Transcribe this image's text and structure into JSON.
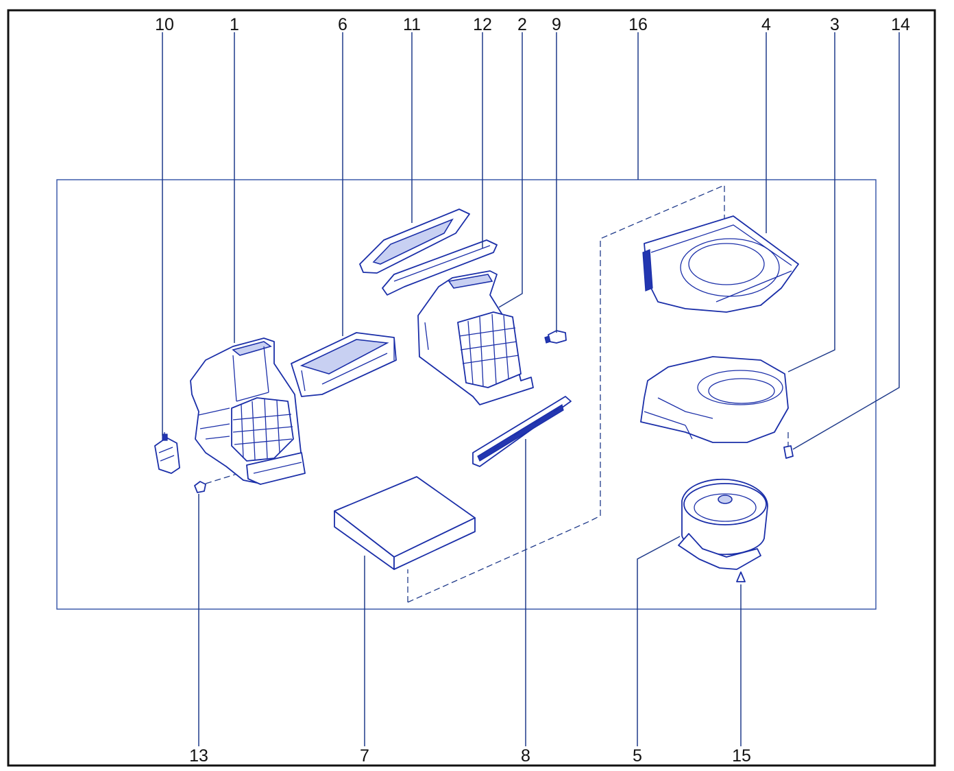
{
  "callouts": {
    "c1": "1",
    "c2": "2",
    "c3": "3",
    "c4": "4",
    "c5": "5",
    "c6": "6",
    "c7": "7",
    "c8": "8",
    "c9": "9",
    "c10": "10",
    "c11": "11",
    "c12": "12",
    "c13": "13",
    "c14": "14",
    "c15": "15",
    "c16": "16"
  },
  "colors": {
    "line_art": "#1a2ea8",
    "frame": "#111111",
    "background": "#ffffff"
  }
}
